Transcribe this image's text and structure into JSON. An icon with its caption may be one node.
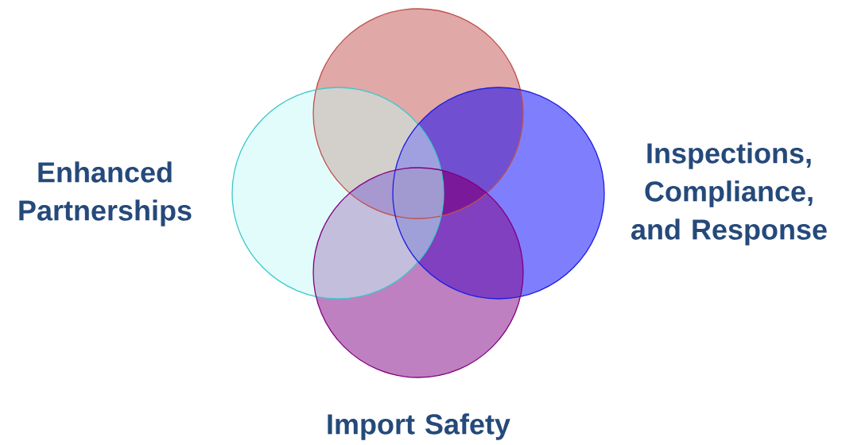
{
  "diagram": {
    "nodes": [
      {
        "text": [],
        "shape": "circle"
      },
      {
        "text": [
          "Enhanced Partnerships"
        ]
      },
      {
        "text": [
          "Inspections, Compliance, and Response"
        ]
      },
      {
        "text": [
          "Import Safety"
        ]
      }
    ]
  }
}
